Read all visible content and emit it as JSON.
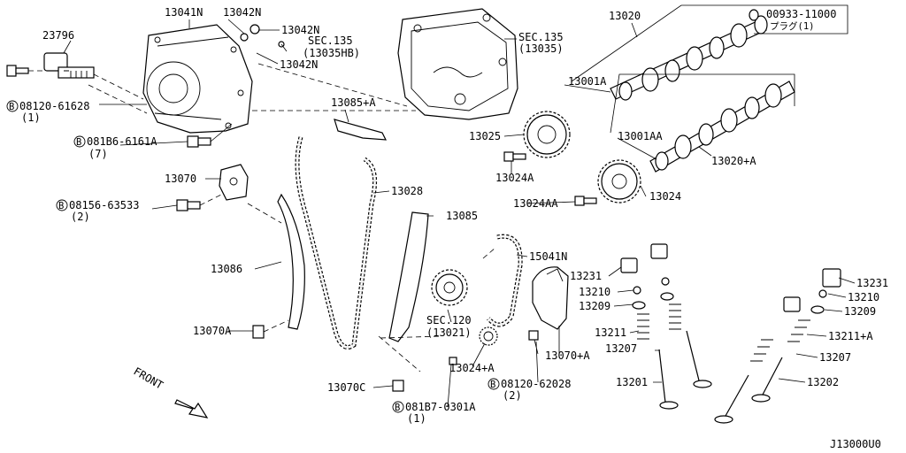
{
  "diagram_id": "J13000U0",
  "direction_label": "FRONT",
  "callouts": {
    "p23796": "23796",
    "p13041N": "13041N",
    "p13042N_a": "13042N",
    "p13042N_b": "13042N",
    "p13042N_c": "13042N",
    "sec135_hb_1": "SEC.135",
    "sec135_hb_2": "(13035HB)",
    "sec135_1": "SEC.135",
    "sec135_2": "(13035)",
    "p13020": "13020",
    "p00933": "00933-11000",
    "plug": "プラグ(1)",
    "p13001A": "13001A",
    "p13001AA": "13001AA",
    "p13020A": "13020+A",
    "p08120_61628": "08120-61628",
    "q1_a": "(1)",
    "p13085A": "13085+A",
    "p081B6": "081B6-6161A",
    "q7": "(7)",
    "p13025": "13025",
    "p13024A": "13024A",
    "p13070": "13070",
    "p13028": "13028",
    "p08156": "08156-63533",
    "q2_a": "(2)",
    "p13024AA": "13024AA",
    "p13024": "13024",
    "p13085": "13085",
    "p15041N": "15041N",
    "p13086": "13086",
    "p13231_a": "13231",
    "p13210_a": "13210",
    "p13209_a": "13209",
    "p13231_b": "13231",
    "p13210_b": "13210",
    "p13209_b": "13209",
    "sec120_1": "SEC.120",
    "sec120_2": "(13021)",
    "p13070A": "13070A",
    "p13211": "13211",
    "p13211A": "13211+A",
    "p13207_a": "13207",
    "p13207_b": "13207",
    "p13024pA": "13024+A",
    "p13070pA": "13070+A",
    "p13201": "13201",
    "p13202": "13202",
    "p13070C": "13070C",
    "p08120_62028": "08120-62028",
    "q2_b": "(2)",
    "p081B7": "081B7-0301A",
    "q1_b": "(1)"
  }
}
